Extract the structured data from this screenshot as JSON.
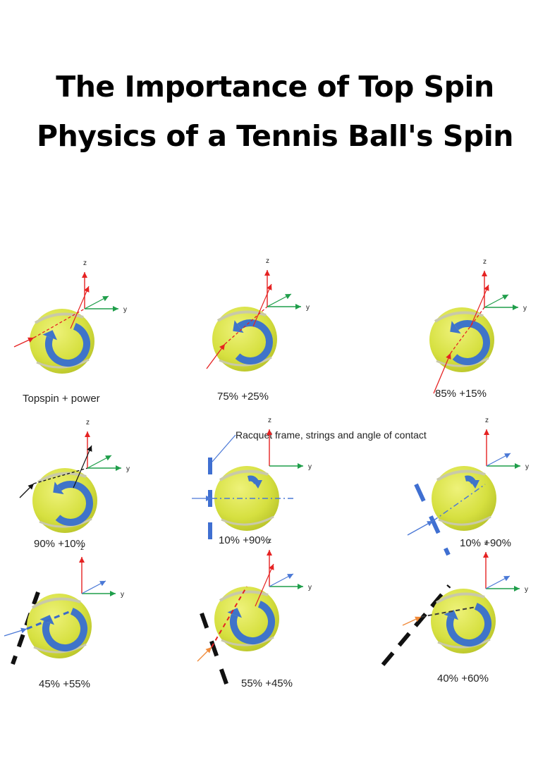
{
  "title": {
    "line1": "The Importance of Top Spin",
    "line2": "Physics of a Tennis Ball's Spin"
  },
  "annotation": "Racquet frame, strings and angle of contact",
  "axis_labels": {
    "z": "z",
    "y": "y"
  },
  "colors": {
    "ball": "#d7e24a",
    "ball_seam": "#c9c9a8",
    "spin_arrow": "#3f74c9",
    "z_axis": "#e52222",
    "y_axis": "#1f9e4a",
    "racquet_blue": "#3f6fd1",
    "racquet_black": "#111111",
    "incoming_orange": "#f08a3a",
    "incoming_red": "#e52222",
    "incoming_black": "#111111",
    "incoming_blue": "#4a78d6"
  },
  "panels": [
    {
      "caption": "Topspin + power",
      "spin": "clockwise",
      "racquet": "none",
      "incoming": "red"
    },
    {
      "caption": "75% +25%",
      "spin": "counterclockwise",
      "racquet": "none",
      "incoming": "red"
    },
    {
      "caption": "85% +15%",
      "spin": "counterclockwise",
      "racquet": "none",
      "incoming": "red"
    },
    {
      "caption": "90% +10%",
      "spin": "counterclockwise",
      "racquet": "none",
      "incoming": "black"
    },
    {
      "caption": "10% +90%",
      "spin": "short-arc",
      "racquet": "blue-vertical",
      "incoming": "blue"
    },
    {
      "caption": "10% +90%",
      "spin": "short-arc",
      "racquet": "blue-diagonal",
      "incoming": "blue"
    },
    {
      "caption": "45% +55%",
      "spin": "clockwise",
      "racquet": "black-steep",
      "incoming": "blue"
    },
    {
      "caption": "55% +45%",
      "spin": "clockwise",
      "racquet": "black-steep-back",
      "incoming": "orange"
    },
    {
      "caption": "40% +60%",
      "spin": "clockwise",
      "racquet": "black-diagonal",
      "incoming": "orange"
    }
  ]
}
